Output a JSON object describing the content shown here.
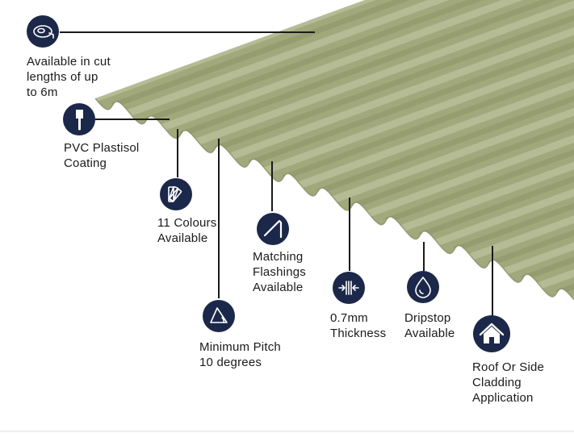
{
  "colors": {
    "sheet_base": "#a1a97c",
    "sheet_light": "#c6ccaa",
    "sheet_dark": "#7f875d",
    "icon_bg": "#1c2849",
    "leader_line": "#1a1a1a"
  },
  "features": [
    {
      "id": "cut-lengths",
      "icon": "tape-measure-icon",
      "label": "Available in cut\nlengths of up\nto 6m"
    },
    {
      "id": "coating",
      "icon": "paint-brush-icon",
      "label": "PVC Plastisol\nCoating"
    },
    {
      "id": "colours",
      "icon": "colour-swatch-icon",
      "label": "11 Colours\nAvailable"
    },
    {
      "id": "pitch",
      "icon": "pitch-triangle-icon",
      "label": "Minimum Pitch\n10 degrees"
    },
    {
      "id": "flashings",
      "icon": "flashing-icon",
      "label": "Matching\nFlashings\nAvailable"
    },
    {
      "id": "thickness",
      "icon": "thickness-icon",
      "label": "0.7mm\nThickness"
    },
    {
      "id": "dripstop",
      "icon": "water-drop-icon",
      "label": "Dripstop\nAvailable"
    },
    {
      "id": "application",
      "icon": "house-icon",
      "label": "Roof Or Side\nCladding\nApplication"
    }
  ]
}
